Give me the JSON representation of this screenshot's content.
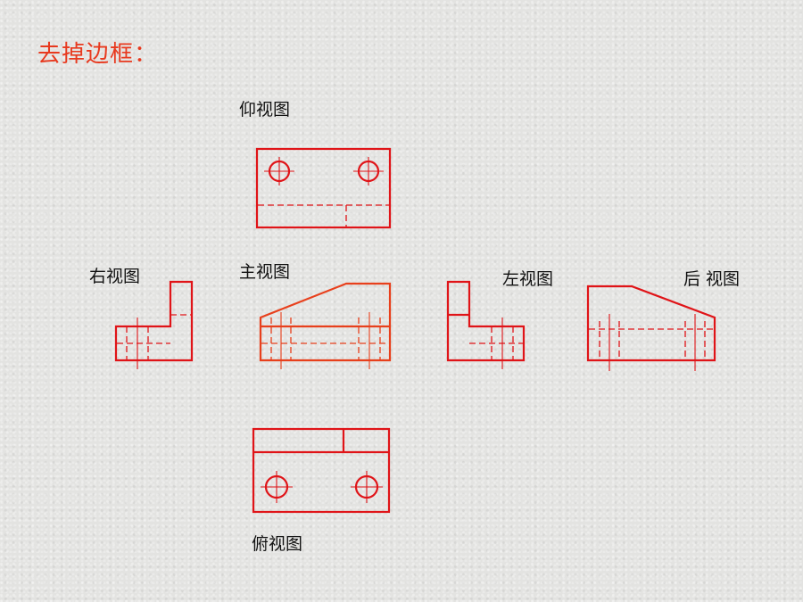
{
  "heading": "去掉边框：",
  "views": {
    "bottom": "仰视图",
    "right": "右视图",
    "front": "主视图",
    "left": "左视图",
    "back": "后 视图",
    "top": "俯视图"
  },
  "colors": {
    "line": "#e01418",
    "front_view_line": "#e8401c",
    "heading": "#e8391e",
    "background": "#e3e3e1"
  }
}
